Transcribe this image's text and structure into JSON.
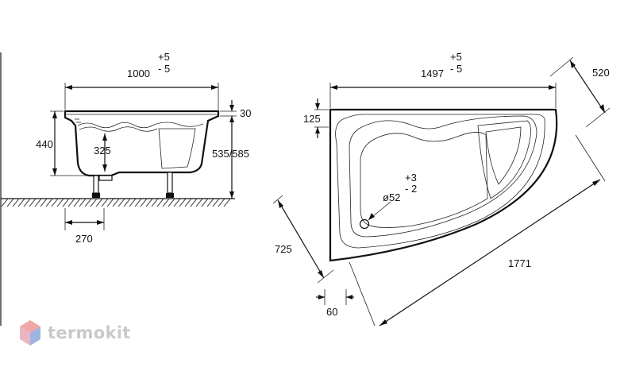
{
  "front_view": {
    "width": "1000",
    "width_tol_plus": "+5",
    "width_tol_minus": "- 5",
    "rim_thickness": "30",
    "depth": "440",
    "inner_depth": "325",
    "total_height": "535/585",
    "leg_spacing": "270"
  },
  "plan_view": {
    "length": "1497",
    "length_tol_plus": "+5",
    "length_tol_minus": "- 5",
    "end_width": "520",
    "rim_offset": "125",
    "drain_diameter": "ø52",
    "drain_tol_plus": "+3",
    "drain_tol_minus": "- 2",
    "side_width": "725",
    "diagonal": "1771",
    "edge_offset": "60"
  },
  "watermark": {
    "brand": "termokit",
    "logo_color_top": "#f0a6a6",
    "logo_color_right": "#9fb4df",
    "text_color": "#c9c9cc"
  }
}
